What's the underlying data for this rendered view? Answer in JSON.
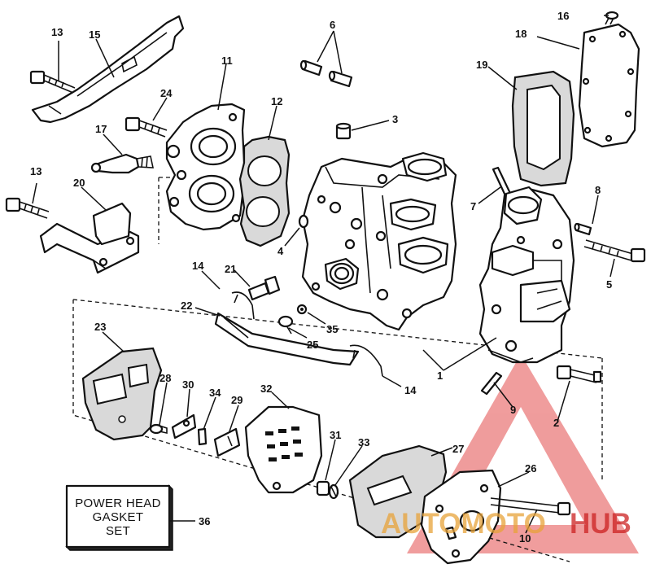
{
  "callouts": [
    "1",
    "2",
    "3",
    "4",
    "5",
    "6",
    "7",
    "8",
    "9",
    "10",
    "11",
    "12",
    "13",
    "13",
    "14",
    "14",
    "15",
    "16",
    "17",
    "18",
    "19",
    "20",
    "21",
    "22",
    "23",
    "24",
    "25",
    "26",
    "27",
    "28",
    "29",
    "30",
    "31",
    "32",
    "33",
    "34",
    "35",
    "36"
  ],
  "gasket_set_box": {
    "line1": "POWER HEAD",
    "line2": "GASKET",
    "line3": "SET"
  },
  "watermark": {
    "part1": "AUTOMOTO",
    "part2": "HUB",
    "color_part1": "#e8a33a",
    "color_part2": "#cc2222",
    "triangle_color": "#e13b3b"
  },
  "colors": {
    "line": "#111111",
    "background": "#ffffff",
    "gasket_fill": "#d9d9d9"
  }
}
